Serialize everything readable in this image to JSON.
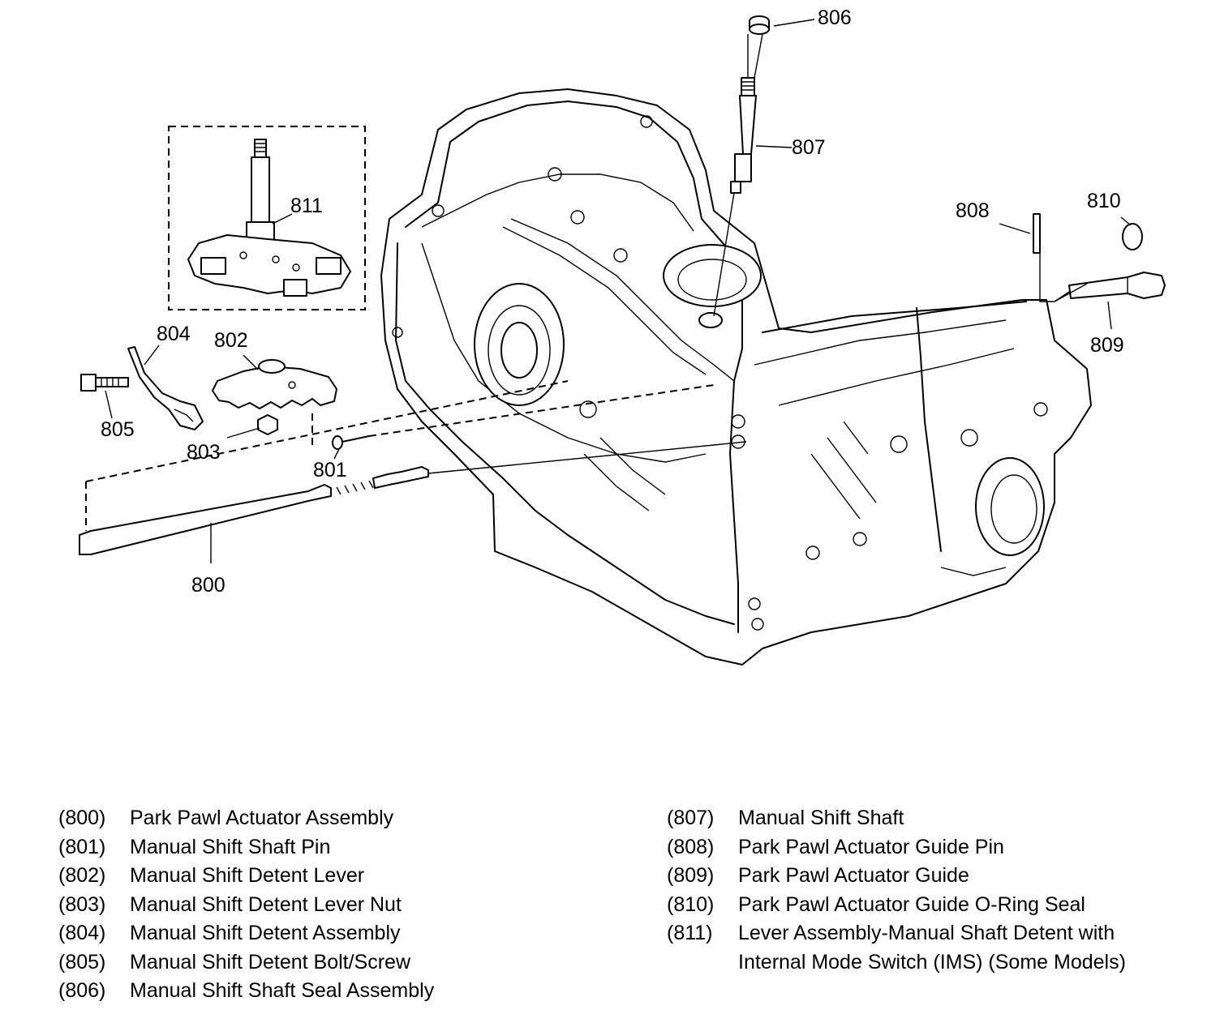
{
  "callouts": {
    "c800": "800",
    "c801": "801",
    "c802": "802",
    "c803": "803",
    "c804": "804",
    "c805": "805",
    "c806": "806",
    "c807": "807",
    "c808": "808",
    "c809": "809",
    "c810": "810",
    "c811": "811"
  },
  "legend": {
    "left": [
      {
        "num": "(800)",
        "desc": "Park Pawl Actuator Assembly"
      },
      {
        "num": "(801)",
        "desc": "Manual Shift Shaft Pin"
      },
      {
        "num": "(802)",
        "desc": "Manual Shift Detent Lever"
      },
      {
        "num": "(803)",
        "desc": "Manual Shift Detent Lever Nut"
      },
      {
        "num": "(804)",
        "desc": "Manual Shift Detent Assembly"
      },
      {
        "num": "(805)",
        "desc": "Manual Shift Detent Bolt/Screw"
      },
      {
        "num": "(806)",
        "desc": "Manual Shift Shaft Seal Assembly"
      }
    ],
    "right": [
      {
        "num": "(807)",
        "desc": "Manual Shift Shaft"
      },
      {
        "num": "(808)",
        "desc": "Park Pawl Actuator Guide Pin"
      },
      {
        "num": "(809)",
        "desc": "Park Pawl Actuator Guide"
      },
      {
        "num": "(810)",
        "desc": "Park Pawl Actuator Guide O-Ring Seal"
      },
      {
        "num": "(811)",
        "desc": "Lever Assembly-Manual Shaft Detent with\nInternal Mode Switch (IMS) (Some Models)"
      }
    ]
  }
}
